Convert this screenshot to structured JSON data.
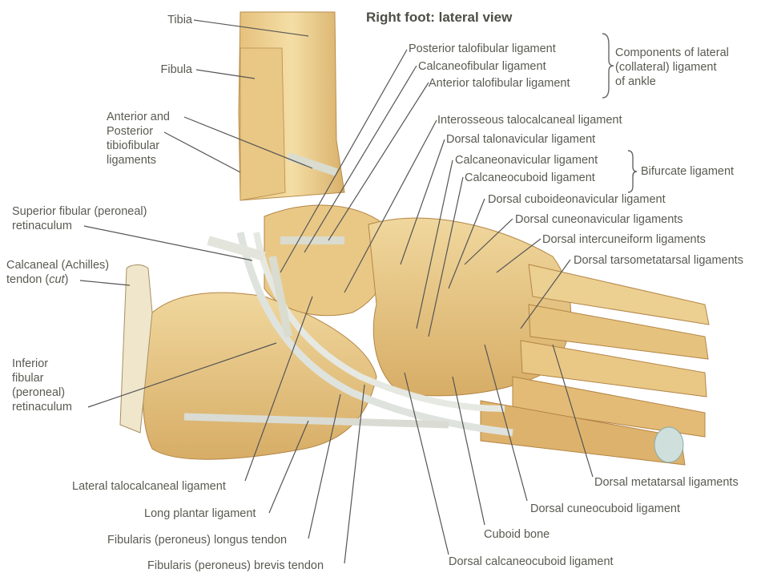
{
  "title": "Right foot: lateral view",
  "labels": {
    "tibia": "Tibia",
    "fibula": "Fibula",
    "ant_post_tibiofibular": "Anterior and\nPosterior\ntibiofibular\nligaments",
    "superior_retinaculum": "Superior fibular (peroneal)\nretinaculum",
    "calcaneal_tendon": "Calcaneal (Achilles)\ntendon (cut)",
    "inferior_retinaculum": "Inferior\nfibular\n(peroneal)\nretinaculum",
    "posterior_talofibular": "Posterior talofibular ligament",
    "calcaneofibular": "Calcaneofibular ligament",
    "anterior_talofibular": "Anterior talofibular ligament",
    "lateral_ligament_group": "Components of lateral\n(collateral) ligament\nof ankle",
    "interosseous_talocalcaneal": "Interosseous talocalcaneal ligament",
    "dorsal_talonavicular": "Dorsal talonavicular ligament",
    "calcaneonavicular": "Calcaneonavicular ligament",
    "calcaneocuboid": "Calcaneocuboid ligament",
    "bifurcate": "Bifurcate ligament",
    "dorsal_cuboideonavicular": "Dorsal cuboideonavicular ligament",
    "dorsal_cuneonavicular": "Dorsal cuneonavicular ligaments",
    "dorsal_intercuneiform": "Dorsal intercuneiform ligaments",
    "dorsal_tarsometatarsal": "Dorsal tarsometatarsal ligaments",
    "lateral_talocalcaneal": "Lateral talocalcaneal ligament",
    "long_plantar": "Long plantar ligament",
    "fibularis_longus": "Fibularis (peroneus) longus tendon",
    "fibularis_brevis": "Fibularis (peroneus) brevis tendon",
    "dorsal_metatarsal": "Dorsal metatarsal ligaments",
    "dorsal_cuneocuboid": "Dorsal cuneocuboid ligament",
    "cuboid_bone": "Cuboid bone",
    "dorsal_calcaneocuboid": "Dorsal calcaneocuboid ligament"
  },
  "colors": {
    "bone": "#e8c98a",
    "bone_shadow": "#c99a55",
    "ligament": "#d9dccf",
    "tendon": "#dfe2dc",
    "label_text": "#5a5a52"
  }
}
